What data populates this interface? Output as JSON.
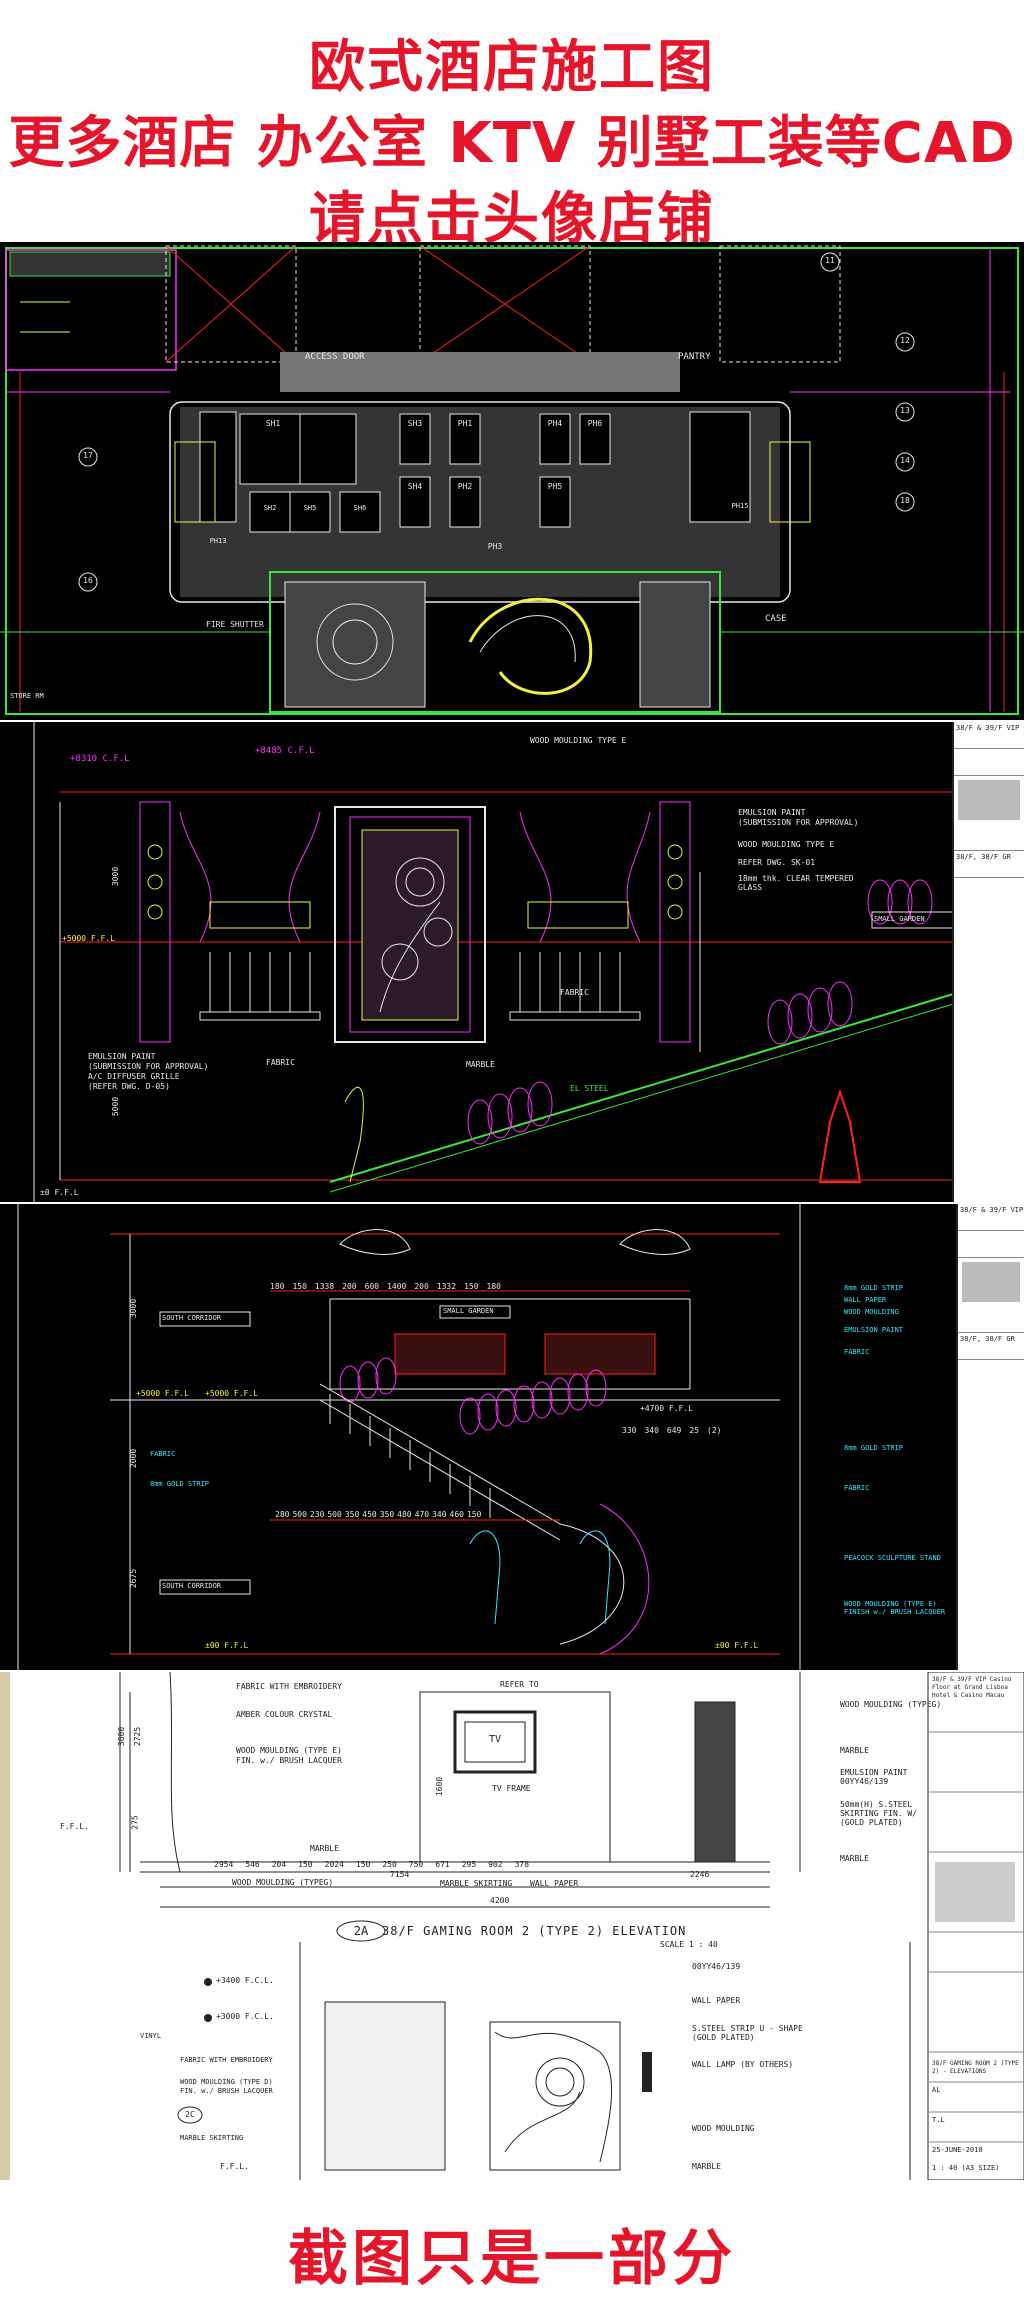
{
  "banner": {
    "title": "欧式酒店施工图",
    "line2": "更多酒店 办公室 KTV 别墅工装等CAD",
    "line3": "请点击头像店铺",
    "footer": "截图只是一部分"
  },
  "colors": {
    "banner_red": "#e5162c",
    "cad_bg": "#000000",
    "cad_green": "#39e639",
    "cad_magenta": "#ff2bff",
    "cad_yellow": "#f2f23a",
    "cad_red": "#ff2020",
    "cad_cyan": "#30e8ff",
    "cad_white": "#e8e8e8"
  },
  "plan": {
    "access_door": "ACCESS DOOR",
    "pantry": "PANTRY",
    "fire_shutter": "FIRE SHUTTER",
    "case": "CASE",
    "storage": "STORE RM",
    "rooms": [
      "SH1",
      "SH3",
      "SH4",
      "PH1",
      "PH2",
      "PH3",
      "PH4",
      "PH5",
      "PH6",
      "PH13",
      "PH15",
      "SH2",
      "SH5",
      "SH6"
    ],
    "grid_left": [
      "17",
      "16"
    ],
    "grid_right": [
      "12",
      "13",
      "14",
      "18",
      "11"
    ]
  },
  "elev1": {
    "cfl": "+8310 C.F.L",
    "cfl2": "+8485 C.F.L",
    "ffl": "+5000 F.F.L",
    "ffl0": "±0 F.F.L",
    "note_wood": "WOOD MOULDING",
    "type_e": "TYPE E",
    "emulsion": "EMULSION PAINT",
    "submission": "(SUBMISSION FOR APPROVAL)",
    "refer_sk": "REFER DWG. SK-01",
    "glass": "18mm thk. CLEAR TEMPERED GLASS",
    "fabric": "FABRIC",
    "marble": "MARBLE",
    "small_garden": "SMALL GARDEN",
    "ac_grille": "A/C DIFFUSER GRILLE",
    "refer_d05": "(REFER DWG. D-05)",
    "dim_3000": "3000",
    "dim_5000": "5000",
    "el_steel": "EL STEEL"
  },
  "elev2": {
    "south_corridor": "SOUTH CORRIDOR",
    "small_garden": "SMALL GARDEN",
    "ffl5000": "+5000 F.F.L",
    "ffl4700": "+4700 F.F.L",
    "ffl0": "±00 F.F.L",
    "gold_strip": "8mm GOLD STRIP",
    "wall_paper": "WALL PAPER",
    "wood_moulding": "WOOD MOULDING",
    "emulsion": "EMULSION PAINT",
    "fabric": "FABRIC",
    "peacock": "PEACOCK SCULPTURE STAND",
    "wood_lacquer": "WOOD MOULDING (TYPE E) FINISH w./ BRUSH LACQUER",
    "dims_top": [
      "180",
      "150",
      "1338",
      "200",
      "600",
      "1400",
      "200",
      "1332",
      "150",
      "180"
    ],
    "dims_stair": [
      "280",
      "500",
      "230",
      "500",
      "350",
      "450",
      "350",
      "480",
      "470",
      "340",
      "460",
      "150"
    ],
    "dims_mid": [
      "330",
      "340",
      "649",
      "25",
      "(2)"
    ],
    "side_dims": [
      "3000",
      "2000",
      "2675"
    ]
  },
  "elev3": {
    "refer_to": "REFER TO",
    "tv": "TV",
    "tv_frame": "TV FRAME",
    "fabric_embroidery": "FABRIC WITH EMBROIDERY",
    "amber": "AMBER COLOUR CRYSTAL",
    "wood_moulding_e": "WOOD MOULDING (TYPE E)",
    "fin_lacquer": "FIN. w./ BRUSH LACQUER",
    "marble": "MARBLE",
    "marble_skirting": "MARBLE SKIRTING",
    "wall_paper": "WALL PAPER",
    "wood_moulding_g": "WOOD MOULDING (TYPEG)",
    "emulsion": "EMULSION PAINT 00YY46/139",
    "steel_skirting": "50mm(H) S.STEEL SKIRTING FIN. W/ (GOLD PLATED)",
    "ffl": "F.F.L.",
    "dims": [
      "2954",
      "546",
      "204",
      "150",
      "2024",
      "150",
      "250",
      "750",
      "671",
      "295",
      "902",
      "378"
    ],
    "dims_total": [
      "7154",
      "4200",
      "2246"
    ],
    "side_dims": [
      "3000",
      "2725",
      "1600",
      "275"
    ],
    "title_code": "2A",
    "title": "38/F GAMING ROOM 2 (TYPE 2) ELEVATION",
    "scale": "SCALE 1 : 40"
  },
  "elev4": {
    "cfl1": "+3400 F.C.L.",
    "cfl2": "+3000 F.C.L.",
    "vinyl": "VINYL",
    "fabric_embroidery": "FABRIC WITH EMBROIDERY",
    "wood_moulding_d": "WOOD MOULDING (TYPE D)",
    "fin_lacquer": "FIN. w./ BRUSH LACQUER",
    "marble_skirting": "MARBLE SKIRTING",
    "paint": "00YY46/139",
    "wall_paper": "WALL PAPER",
    "steel_strip": "S.STEEL STRIP U - SHAPE (GOLD PLATED)",
    "wall_lamp": "WALL LAMP (BY OTHERS)",
    "wood_moulding": "WOOD MOULDING",
    "marble": "MARBLE",
    "ffl": "F.F.L.",
    "tag": "2C"
  },
  "titleblock": {
    "project": "38/F & 39/F VIP Casino Floor at Grand Lisboa Hotel & Casino Macau",
    "title": "38/F GAMING ROOM 2 (TYPE 2) - ELEVATIONS",
    "date": "25-JUNE-2010",
    "scale": "1 : 40 (A3 SIZE)",
    "drawn": "AL",
    "checked": "T.L",
    "sec": "38/F, 38/F GR"
  }
}
